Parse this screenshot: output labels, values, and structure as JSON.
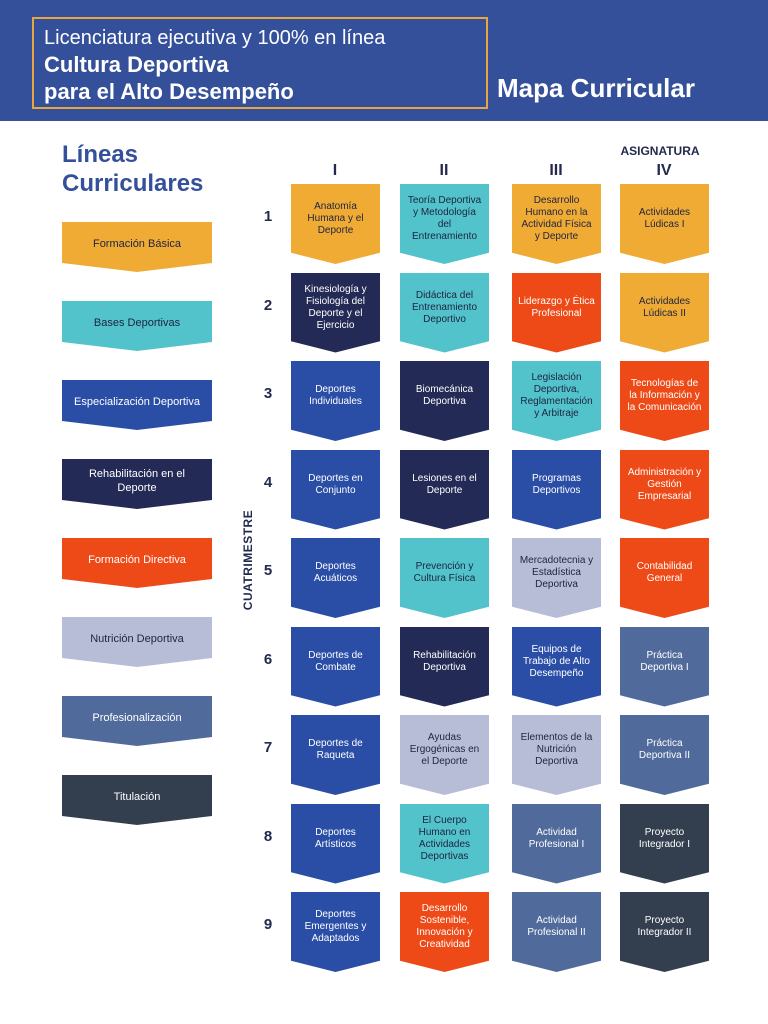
{
  "header": {
    "line1": "Licenciatura ejecutiva y 100% en línea",
    "line2": "Cultura Deportiva",
    "line3": "para el Alto Desempeño",
    "map_title": "Mapa Curricular"
  },
  "lines_title_1": "Líneas",
  "lines_title_2": "Curriculares",
  "asignatura_label": "ASIGNATURA",
  "cuatrimestre_label": "CUATRIMESTRE",
  "columns": [
    "I",
    "II",
    "III",
    "IV"
  ],
  "rows": [
    "1",
    "2",
    "3",
    "4",
    "5",
    "6",
    "7",
    "8",
    "9"
  ],
  "colors": {
    "formacion_basica": "#f0ab34",
    "bases_deportivas": "#52c3cb",
    "especializacion_deportiva": "#2a4ea6",
    "rehabilitacion": "#232a55",
    "formacion_directiva": "#ee4a17",
    "nutricion": "#b8bdd7",
    "profesionalizacion": "#506b9b",
    "titulacion": "#333f4f",
    "header_bg": "#34509b",
    "header_border": "#e7a640"
  },
  "legend": [
    {
      "label": "Formación Básica",
      "line": "formacion_basica"
    },
    {
      "label": "Bases Deportivas",
      "line": "bases_deportivas"
    },
    {
      "label": "Especialización Deportiva",
      "line": "especializacion_deportiva"
    },
    {
      "label": "Rehabilitación en el Deporte",
      "line": "rehabilitacion"
    },
    {
      "label": "Formación Directiva",
      "line": "formacion_directiva"
    },
    {
      "label": "Nutrición Deportiva",
      "line": "nutricion"
    },
    {
      "label": "Profesionalización",
      "line": "profesionalizacion"
    },
    {
      "label": "Titulación",
      "line": "titulacion"
    }
  ],
  "grid": [
    [
      {
        "label": "Anatomía Humana y el Deporte",
        "line": "formacion_basica"
      },
      {
        "label": "Teoría Deportiva y Metodología del Entrenamiento",
        "line": "bases_deportivas"
      },
      {
        "label": "Desarrollo Humano en la Actividad Física y Deporte",
        "line": "formacion_basica"
      },
      {
        "label": "Actividades Lúdicas I",
        "line": "formacion_basica"
      }
    ],
    [
      {
        "label": "Kinesiología y Fisiología del Deporte y el Ejercicio",
        "line": "rehabilitacion"
      },
      {
        "label": "Didáctica del Entrenamiento Deportivo",
        "line": "bases_deportivas"
      },
      {
        "label": "Liderazgo y Ética Profesional",
        "line": "formacion_directiva"
      },
      {
        "label": "Actividades Lúdicas II",
        "line": "formacion_basica"
      }
    ],
    [
      {
        "label": "Deportes Individuales",
        "line": "especializacion_deportiva"
      },
      {
        "label": "Biomecánica Deportiva",
        "line": "rehabilitacion"
      },
      {
        "label": "Legislación Deportiva, Reglamentación y Arbitraje",
        "line": "bases_deportivas"
      },
      {
        "label": "Tecnologías de la Información y la Comunicación",
        "line": "formacion_directiva"
      }
    ],
    [
      {
        "label": "Deportes en Conjunto",
        "line": "especializacion_deportiva"
      },
      {
        "label": "Lesiones en el Deporte",
        "line": "rehabilitacion"
      },
      {
        "label": "Programas Deportivos",
        "line": "especializacion_deportiva"
      },
      {
        "label": "Administración y Gestión Empresarial",
        "line": "formacion_directiva"
      }
    ],
    [
      {
        "label": "Deportes Acuáticos",
        "line": "especializacion_deportiva"
      },
      {
        "label": "Prevención y Cultura Física",
        "line": "bases_deportivas"
      },
      {
        "label": "Mercadotecnia y Estadística Deportiva",
        "line": "nutricion"
      },
      {
        "label": "Contabilidad General",
        "line": "formacion_directiva"
      }
    ],
    [
      {
        "label": "Deportes de Combate",
        "line": "especializacion_deportiva"
      },
      {
        "label": "Rehabilitación Deportiva",
        "line": "rehabilitacion"
      },
      {
        "label": "Equipos de Trabajo de Alto Desempeño",
        "line": "especializacion_deportiva"
      },
      {
        "label": "Práctica Deportiva I",
        "line": "profesionalizacion"
      }
    ],
    [
      {
        "label": "Deportes de Raqueta",
        "line": "especializacion_deportiva"
      },
      {
        "label": "Ayudas Ergogénicas en el Deporte",
        "line": "nutricion"
      },
      {
        "label": "Elementos de la Nutrición Deportiva",
        "line": "nutricion"
      },
      {
        "label": "Práctica Deportiva II",
        "line": "profesionalizacion"
      }
    ],
    [
      {
        "label": "Deportes Artísticos",
        "line": "especializacion_deportiva"
      },
      {
        "label": "El Cuerpo Humano en Actividades Deportivas",
        "line": "bases_deportivas"
      },
      {
        "label": "Actividad Profesional I",
        "line": "profesionalizacion"
      },
      {
        "label": "Proyecto Integrador I",
        "line": "titulacion"
      }
    ],
    [
      {
        "label": "Deportes Emergentes y Adaptados",
        "line": "especializacion_deportiva"
      },
      {
        "label": "Desarrollo Sostenible, Innovación y Creatividad",
        "line": "formacion_directiva"
      },
      {
        "label": "Actividad Profesional II",
        "line": "profesionalizacion"
      },
      {
        "label": "Proyecto Integrador II",
        "line": "titulacion"
      }
    ]
  ]
}
